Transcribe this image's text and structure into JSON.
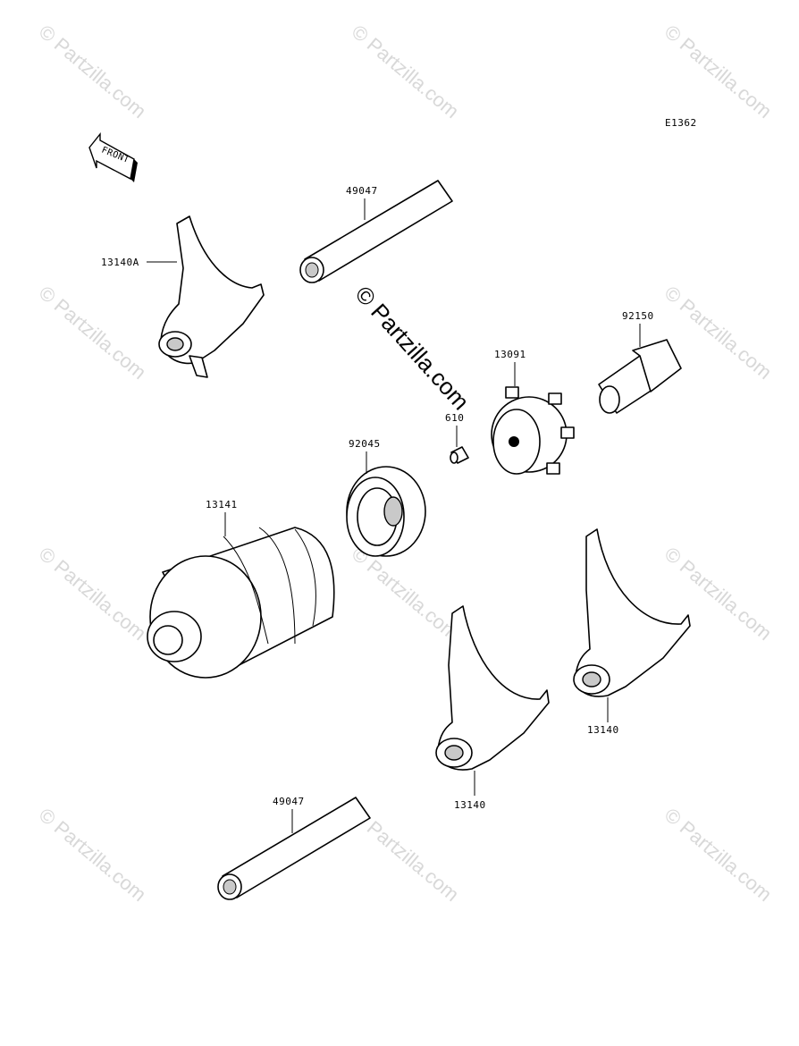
{
  "diagram": {
    "code": "E1362",
    "front_label": "FRONT",
    "watermark_center": "© Partzilla.com",
    "watermark_faint": "© Partzilla.com",
    "parts": [
      {
        "id": "p1",
        "number": "49047"
      },
      {
        "id": "p2",
        "number": "13140A"
      },
      {
        "id": "p3",
        "number": "92150"
      },
      {
        "id": "p4",
        "number": "13091"
      },
      {
        "id": "p5",
        "number": "610"
      },
      {
        "id": "p6",
        "number": "92045"
      },
      {
        "id": "p7",
        "number": "13141"
      },
      {
        "id": "p8",
        "number": "13140"
      },
      {
        "id": "p9",
        "number": "13140"
      },
      {
        "id": "p10",
        "number": "49047"
      }
    ]
  }
}
